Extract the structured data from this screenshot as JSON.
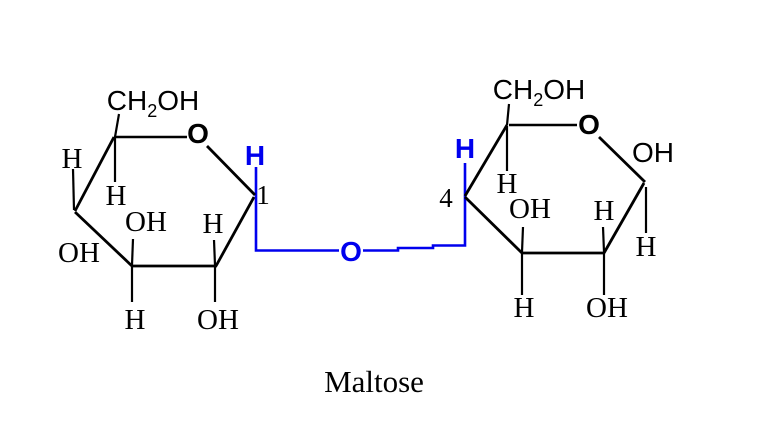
{
  "title": "Maltose",
  "colors": {
    "bond": "#000000",
    "linkage_blue": "#0000ee",
    "background": "#ffffff"
  },
  "left_ring": {
    "ch2oh": {
      "c": "CH",
      "sub": "2",
      "oh": "OH"
    },
    "ring_o": "O",
    "c4_h_top": "H",
    "c5_h_inner": "H",
    "c1_h_blue": "H",
    "c1_number": "1",
    "c3_oh_inner": "OH",
    "c2_h_inner": "H",
    "c4_oh_outer": "OH",
    "c3_h_bottom": "H",
    "c2_oh_bottom": "OH"
  },
  "linkage": {
    "o": "O"
  },
  "right_ring": {
    "ch2oh": {
      "c": "CH",
      "sub": "2",
      "oh": "OH"
    },
    "ring_o": "O",
    "c4_h_blue": "H",
    "c4_number": "4",
    "c5_h_inner": "H",
    "c3_oh_inner": "OH",
    "c2_h_inner": "H",
    "c1_oh_top": "OH",
    "c1_h_below": "H",
    "c3_h_bottom": "H",
    "c2_oh_bottom": "OH"
  }
}
